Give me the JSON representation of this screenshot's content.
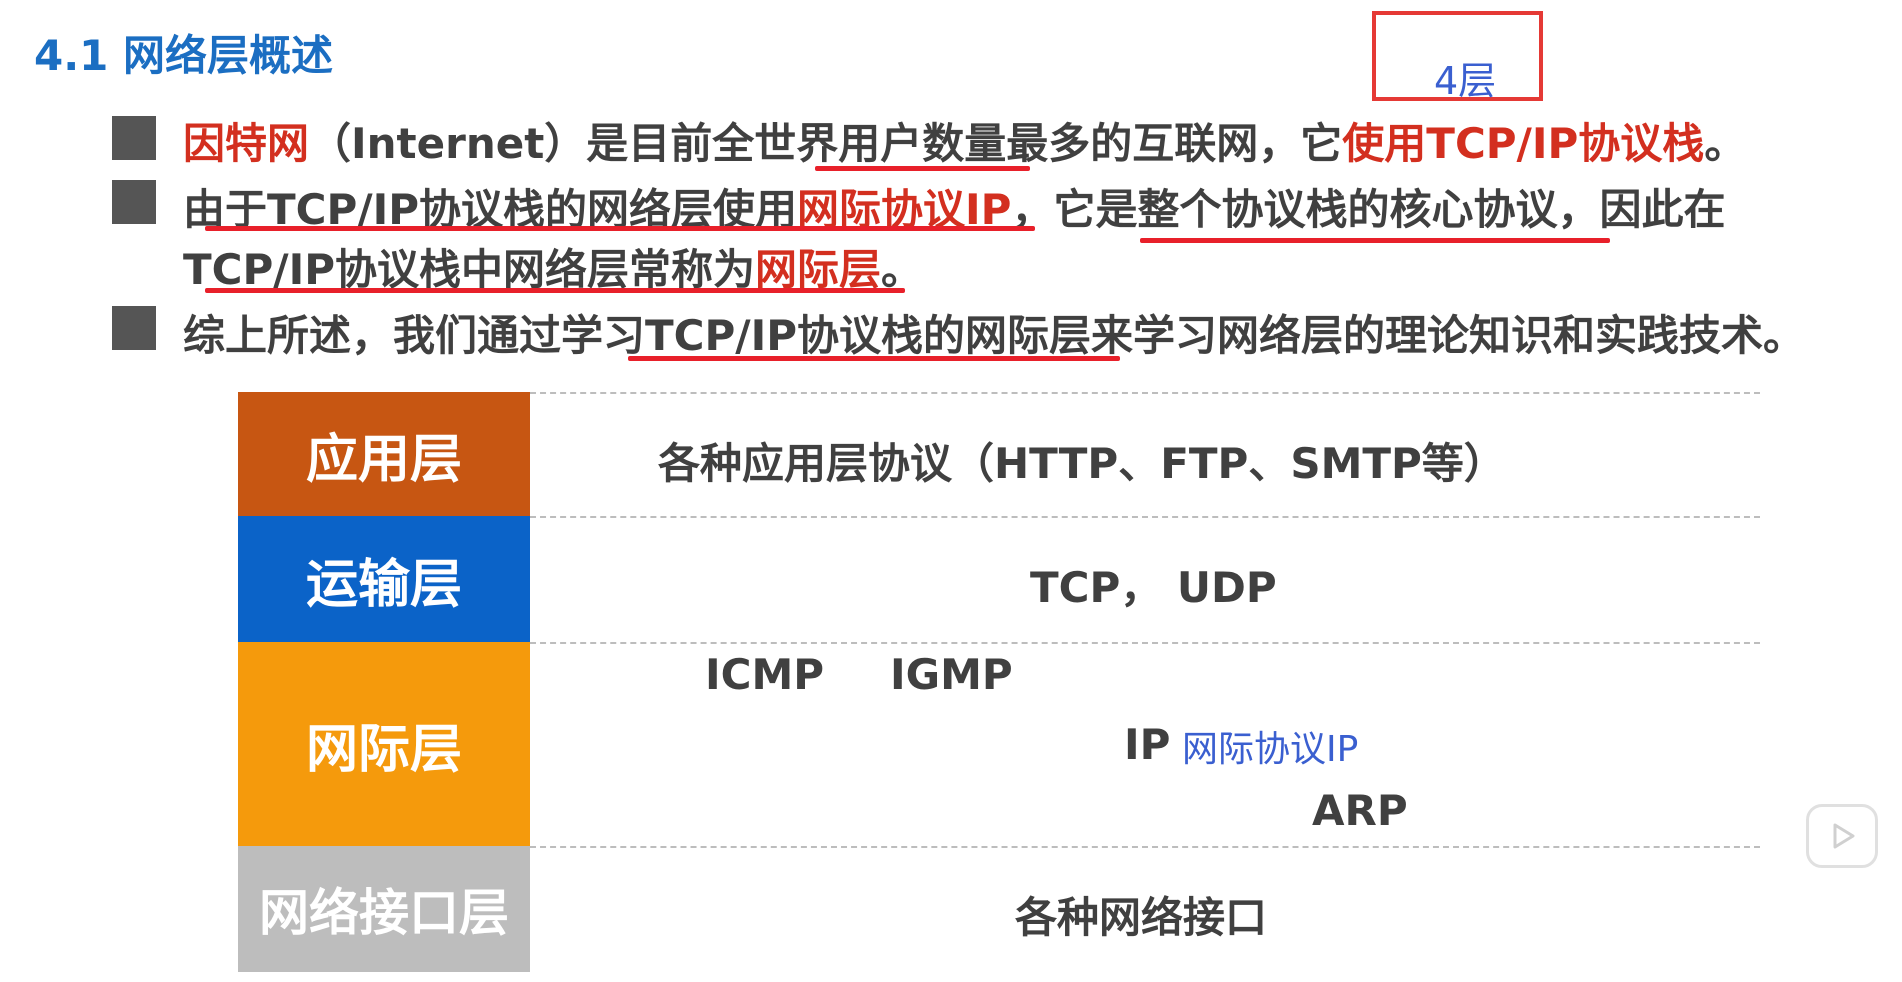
{
  "title": "4.1 网络层概述",
  "annotation": {
    "label": "4层"
  },
  "bullets": {
    "b1": {
      "p1": "因特网",
      "p2": "（Internet）是目前全世界用户数量最多的互联网，它",
      "p3": "使用TCP/IP协议栈",
      "p4": "。"
    },
    "b2": {
      "l1p1": "由于TCP/IP协议栈的网络层使用",
      "l1p2": "网际协议IP",
      "l1p3": "，它是整个协议栈的核心协议，因此在",
      "l2p1": "TCP/IP协议栈中网络层常称为",
      "l2p2": "网际层",
      "l2p3": "。"
    },
    "b3": {
      "text": "综上所述，我们通过学习TCP/IP协议栈的网际层来学习网络层的理论知识和实践技术。"
    }
  },
  "layers": {
    "application": {
      "name": "应用层",
      "protocols": "各种应用层协议（HTTP、FTP、SMTP等）",
      "color": "#c75612"
    },
    "transport": {
      "name": "运输层",
      "protocols": "TCP，  UDP",
      "color": "#0b63c8"
    },
    "internet": {
      "name": "网际层",
      "icmp": "ICMP",
      "igmp": "IGMP",
      "ip": "IP",
      "ip_note": "网际协议IP",
      "arp": "ARP",
      "color": "#f59a0c"
    },
    "link": {
      "name": "网络接口层",
      "protocols": "各种网络接口",
      "color": "#bdbdbd"
    }
  },
  "controls": {
    "play_icon": "play-icon"
  }
}
